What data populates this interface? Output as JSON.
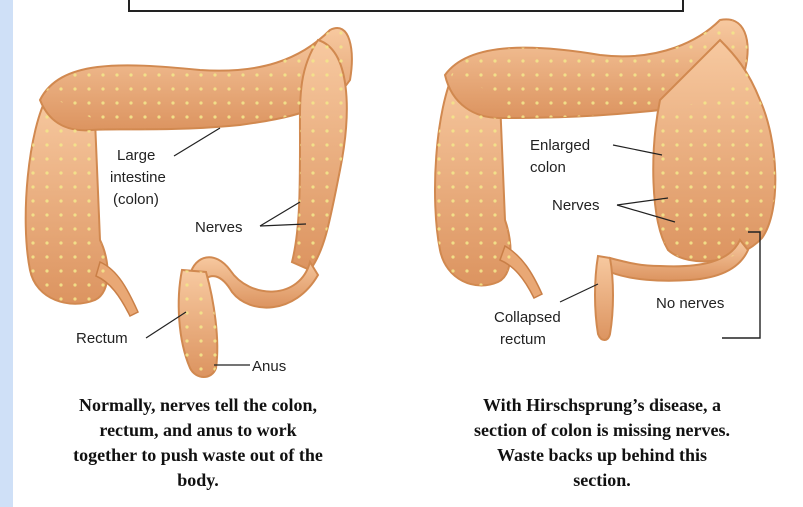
{
  "left": {
    "label_large_intestine": [
      "Large",
      "intestine",
      "(colon)"
    ],
    "label_nerves": "Nerves",
    "label_rectum": "Rectum",
    "label_anus": "Anus",
    "caption_lines": [
      "Normally, nerves tell the colon,",
      "rectum, and anus to work",
      "together to push waste out of the",
      "body."
    ]
  },
  "right": {
    "label_enlarged_colon": [
      "Enlarged",
      "colon"
    ],
    "label_nerves": "Nerves",
    "label_no_nerves": "No nerves",
    "label_collapsed_rectum": [
      "Collapsed",
      "rectum"
    ],
    "caption_lines": [
      "With Hirschsprung’s disease, a",
      "section of colon is missing nerves.",
      "Waste backs up behind this",
      "section."
    ]
  },
  "colors": {
    "intestine_fill": "#e9a875",
    "intestine_stroke": "#d18950",
    "nerve_dots": "#f3e58a",
    "side_strip": "#cfe0f7"
  }
}
